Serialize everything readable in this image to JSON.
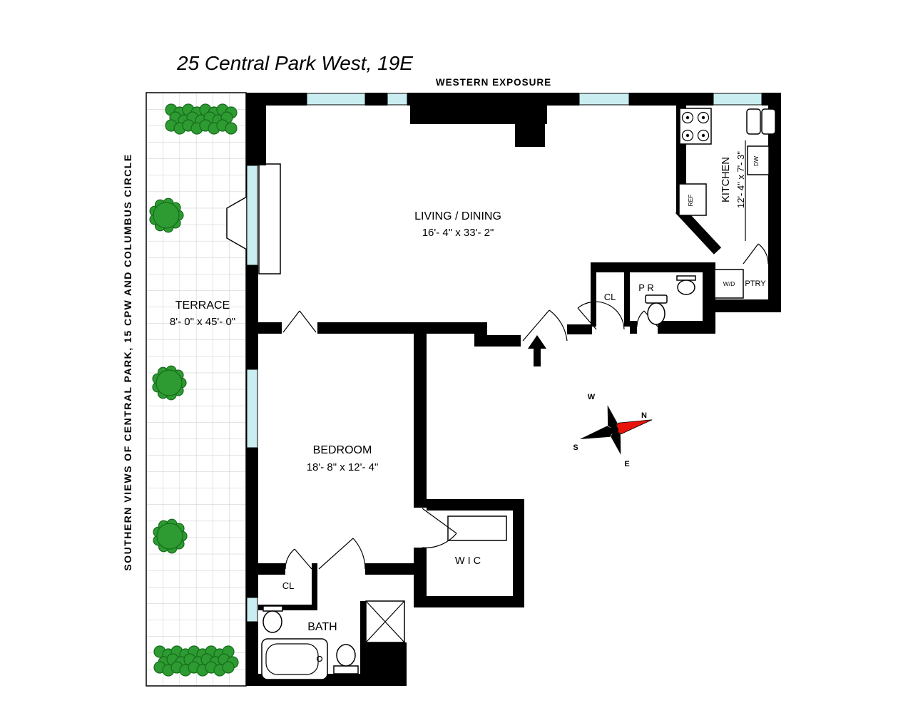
{
  "title": "25 Central Park West, 19E",
  "exposure_label": "WESTERN EXPOSURE",
  "side_label": "SOUTHERN VIEWS OF CENTRAL PARK, 15 CPW AND COLUMBUS CIRCLE",
  "rooms": {
    "living_dining": {
      "name": "LIVING / DINING",
      "dims": "16'- 4\" x 33'- 2\""
    },
    "terrace": {
      "name": "TERRACE",
      "dims": "8'- 0\" x 45'- 0\""
    },
    "kitchen": {
      "name": "KITCHEN",
      "dims": "12'- 4\" x 7'- 3\""
    },
    "bedroom": {
      "name": "BEDROOM",
      "dims": "18'- 8\" x 12'- 4\""
    },
    "bath": {
      "name": "BATH"
    },
    "wic": {
      "name": "W I C"
    },
    "hall_closet": {
      "name": "CL"
    },
    "bedroom_closet": {
      "name": "CL"
    },
    "powder_room": {
      "name": "P R"
    },
    "pantry": {
      "name": "PTRY"
    },
    "washer_dryer": {
      "name": "W/D"
    }
  },
  "appliances": {
    "dishwasher": "DW",
    "refrigerator": "REF"
  },
  "compass": {
    "north": "N",
    "south": "S",
    "east": "E",
    "west": "W"
  },
  "colors": {
    "wall": "#000000",
    "window": "#c9edf0",
    "plant_fill": "#2e9b32",
    "plant_stroke": "#156b1a",
    "tile_line": "#c9c9c9",
    "north_arrow": "#e8140c"
  }
}
